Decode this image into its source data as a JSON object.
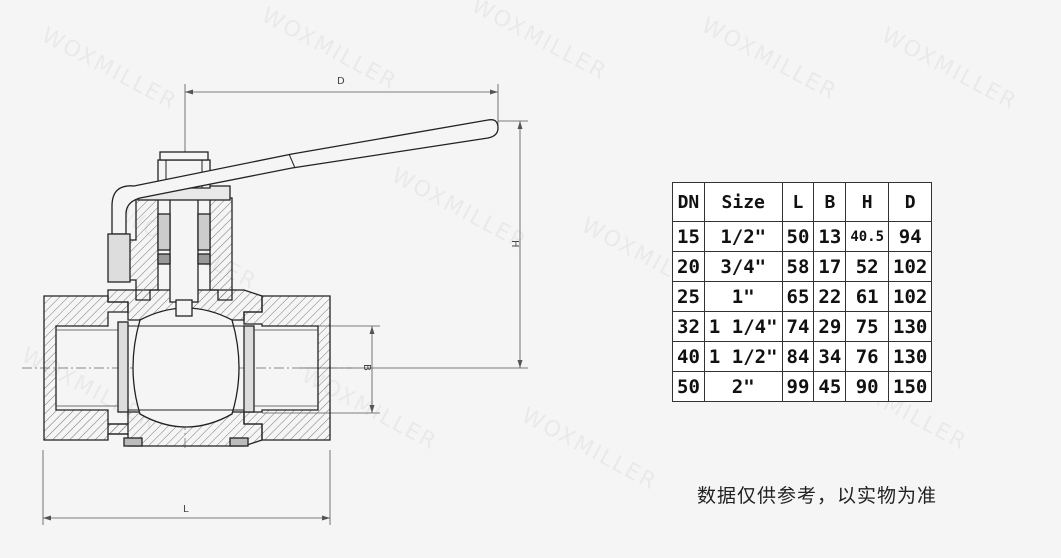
{
  "dimensions": {
    "d": "D",
    "h": "H",
    "b": "B",
    "l": "L"
  },
  "watermark": "WOXMILLER",
  "table": {
    "headers": [
      "DN",
      "Size",
      "L",
      "B",
      "H",
      "D"
    ],
    "rows": [
      [
        "15",
        "1/2\"",
        "50",
        "13",
        "40.5",
        "94"
      ],
      [
        "20",
        "3/4\"",
        "58",
        "17",
        "52",
        "102"
      ],
      [
        "25",
        "1\"",
        "65",
        "22",
        "61",
        "102"
      ],
      [
        "32",
        "1 1/4\"",
        "74",
        "29",
        "75",
        "130"
      ],
      [
        "40",
        "1 1/2\"",
        "84",
        "34",
        "76",
        "130"
      ],
      [
        "50",
        "2\"",
        "99",
        "45",
        "90",
        "150"
      ]
    ]
  },
  "note": "数据仅供参考，以实物为准"
}
